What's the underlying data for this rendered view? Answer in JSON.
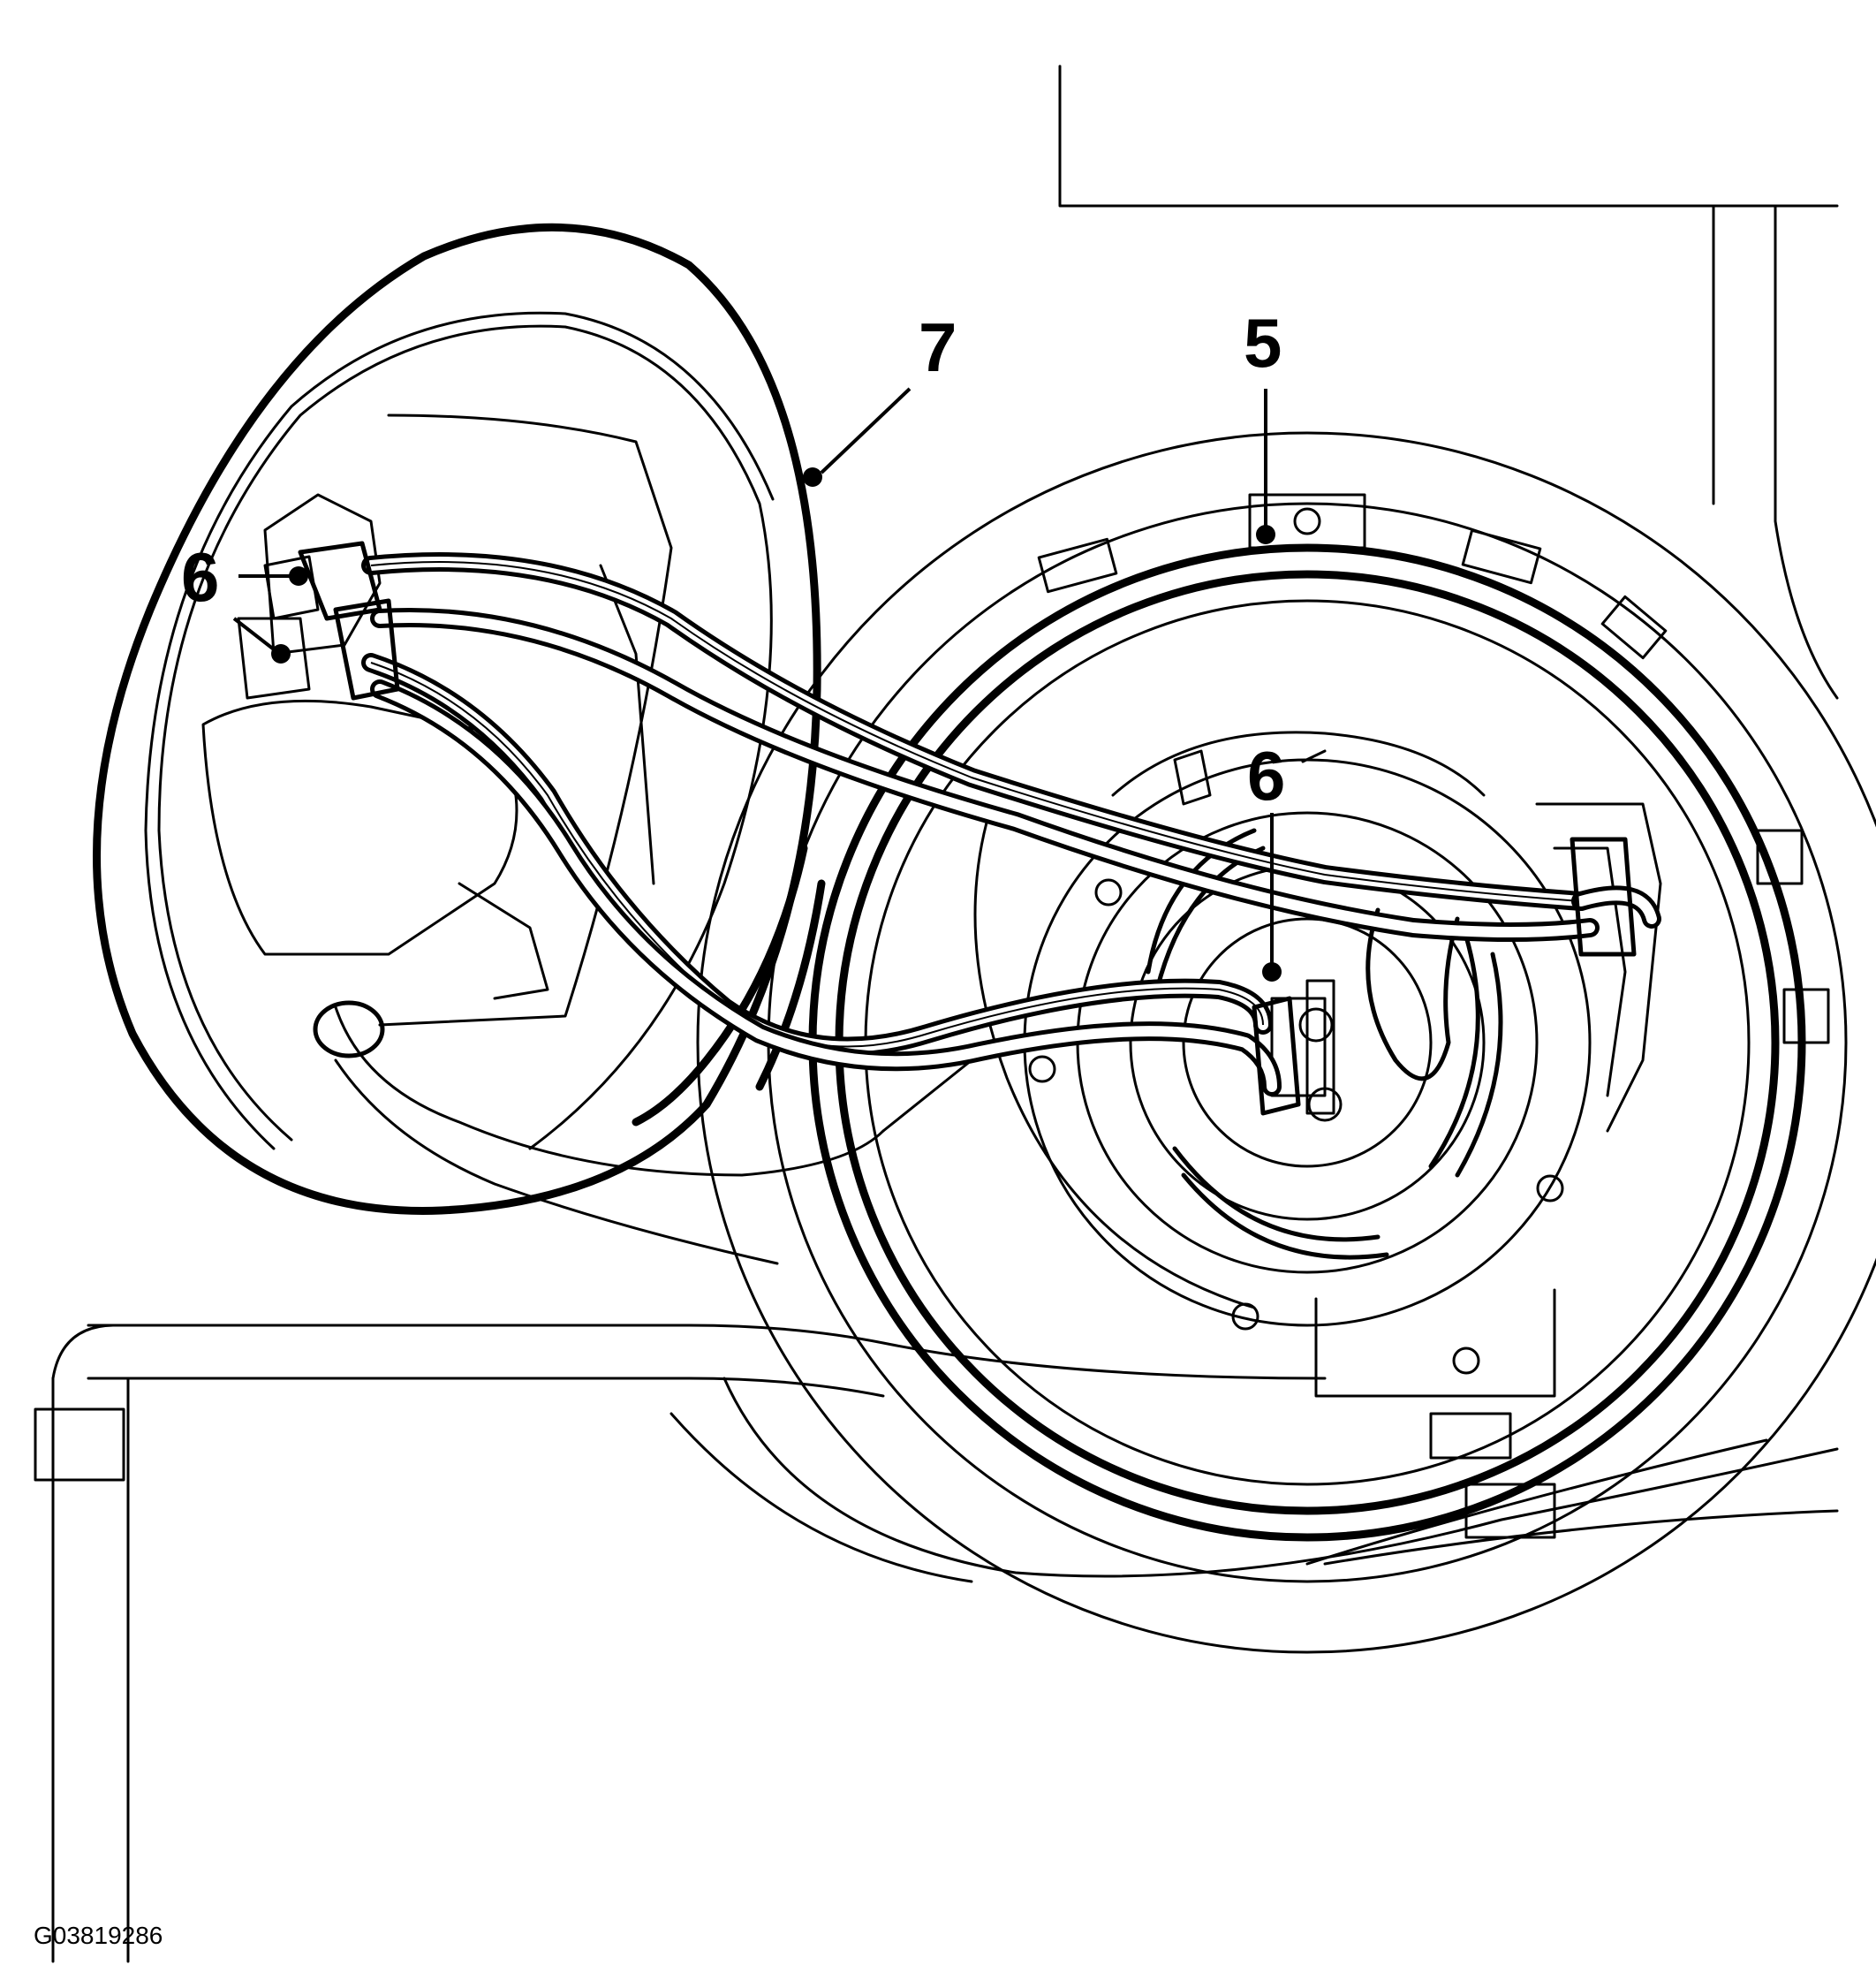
{
  "figure": {
    "figure_id": "G03819286",
    "callouts": [
      {
        "id": "callout-7",
        "text": "7"
      },
      {
        "id": "callout-5",
        "text": "5"
      },
      {
        "id": "callout-6-left",
        "text": "6"
      },
      {
        "id": "callout-6-right",
        "text": "6"
      }
    ]
  }
}
